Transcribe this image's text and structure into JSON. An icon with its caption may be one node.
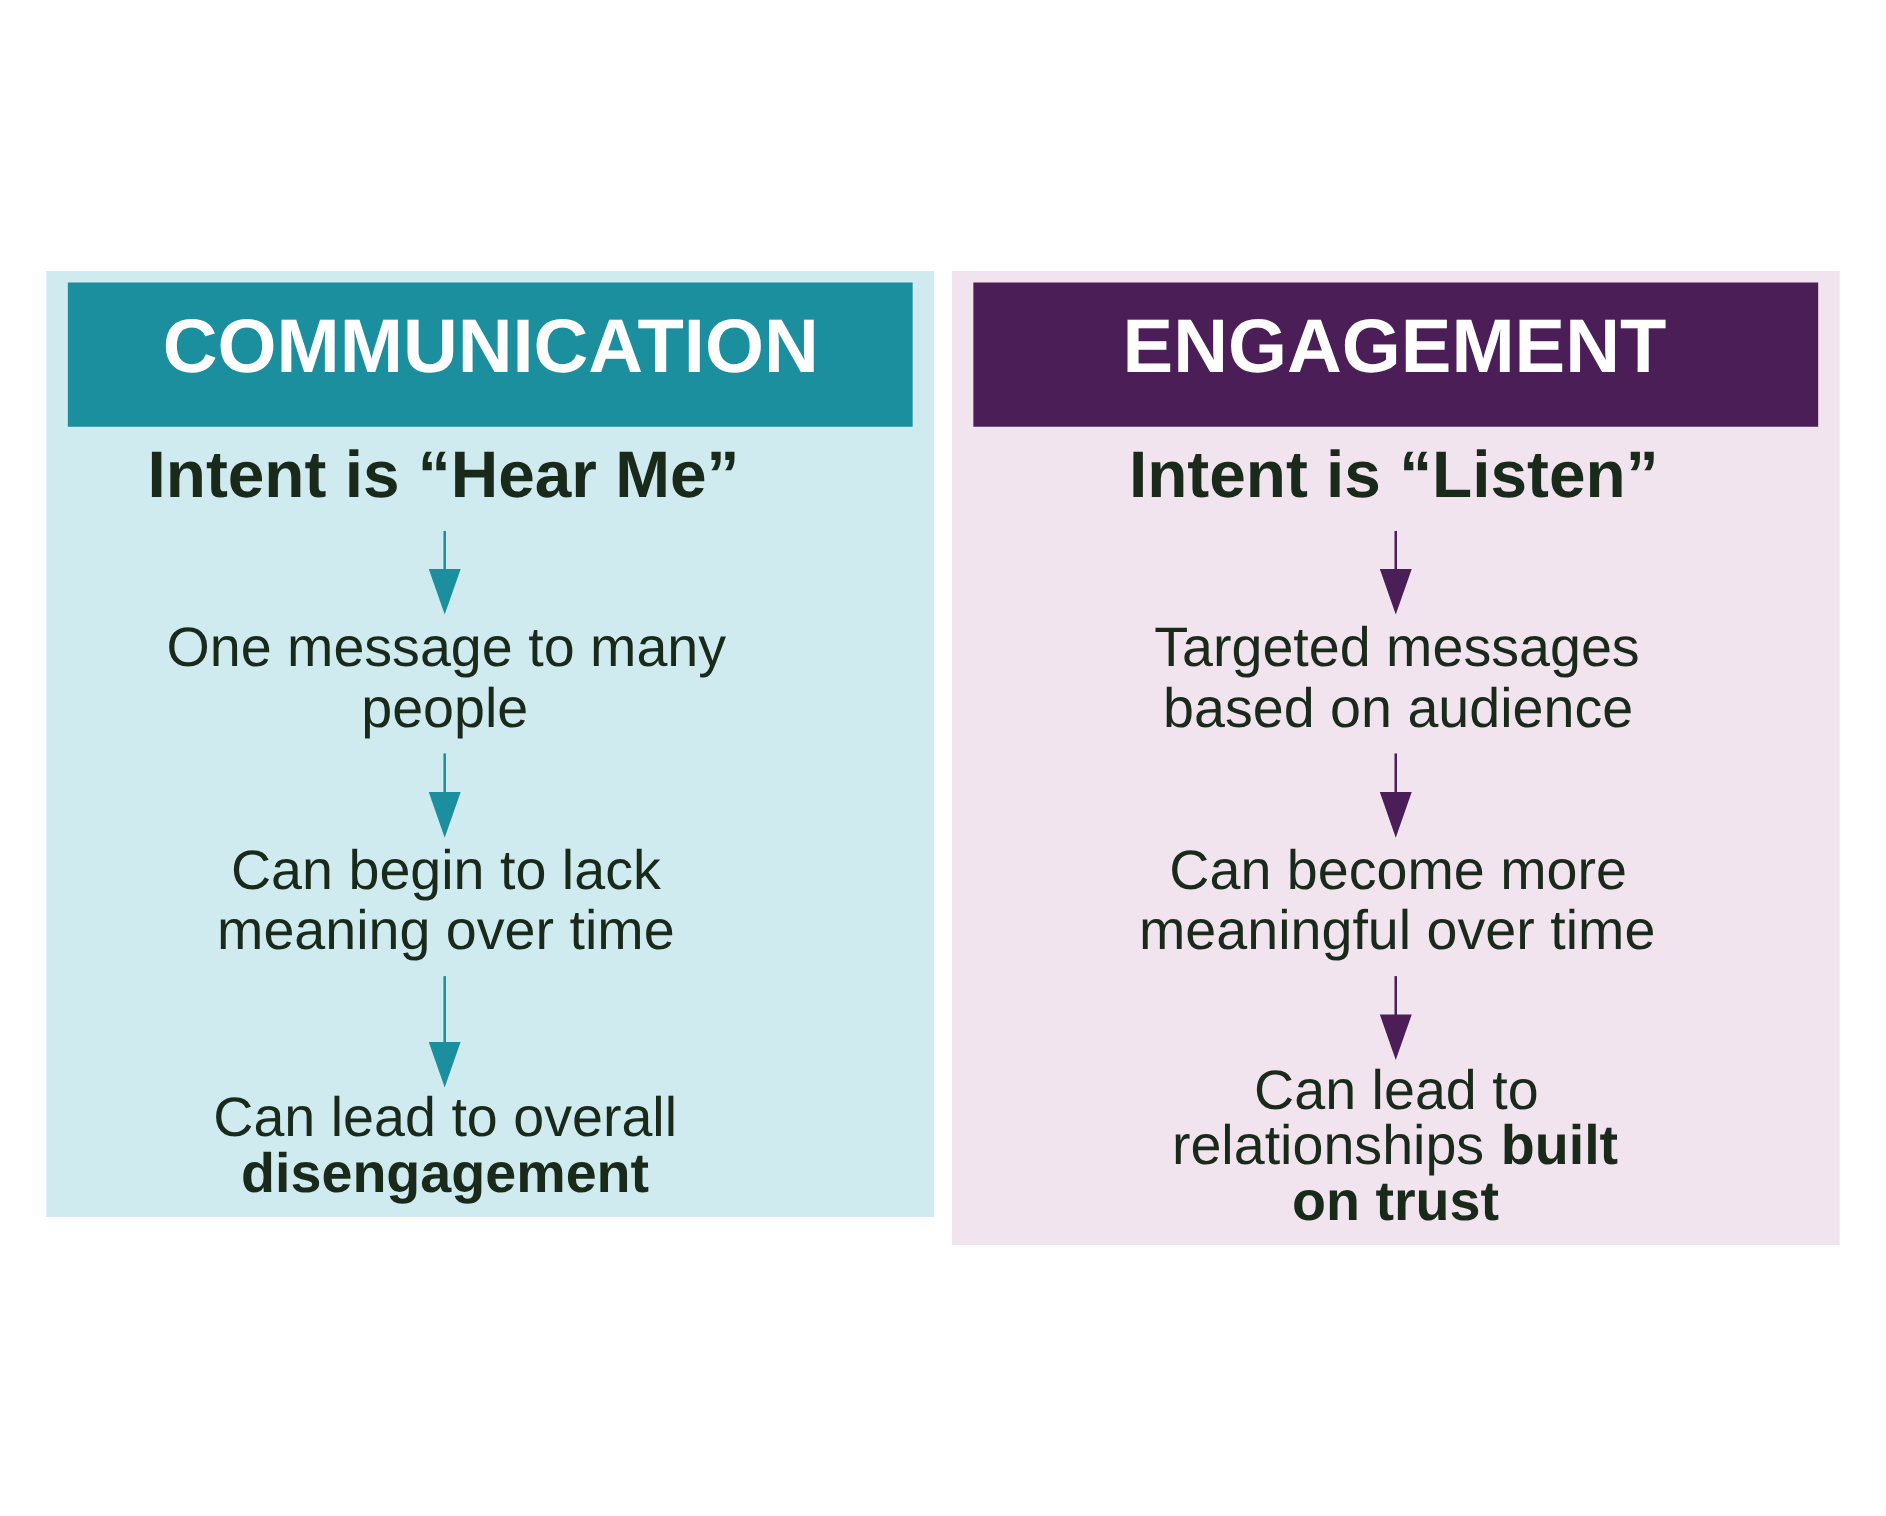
{
  "diagram": {
    "nodes": [
      {
        "text": [
          "COMMUNICATION"
        ]
      },
      {
        "text": [
          "Intent is “Hear Me”"
        ],
        "in": 0
      },
      {
        "text": [
          "One message to many people"
        ],
        "in": 0
      },
      {
        "text": [
          "Can begin to lack meaning over time"
        ],
        "in": 0
      },
      {
        "text": [
          "Can lead to overall **disengagement**"
        ],
        "in": 0
      },
      {
        "text": [
          "ENGAGEMENT"
        ]
      },
      {
        "text": [
          "Intent is “Listen”"
        ],
        "in": 5
      },
      {
        "text": [
          "Targeted messages based on audience"
        ],
        "in": 5
      },
      {
        "text": [
          "Can become more meaningful over time"
        ],
        "in": 5
      },
      {
        "text": [
          "Can lead to relationships **built on trust**"
        ],
        "in": 5
      }
    ],
    "edges": [
      {
        "from": 1,
        "to": 2,
        "arrow": "to",
        "color": "#1b8f9e"
      },
      {
        "from": 2,
        "to": 3,
        "arrow": "to",
        "color": "#1b8f9e"
      },
      {
        "from": 3,
        "to": 4,
        "arrow": "to",
        "color": "#1b8f9e"
      },
      {
        "from": 6,
        "to": 7,
        "arrow": "to",
        "color": "#4b1e57"
      },
      {
        "from": 7,
        "to": 8,
        "arrow": "to",
        "color": "#4b1e57"
      },
      {
        "from": 8,
        "to": 9,
        "arrow": "to",
        "color": "#4b1e57"
      }
    ]
  }
}
